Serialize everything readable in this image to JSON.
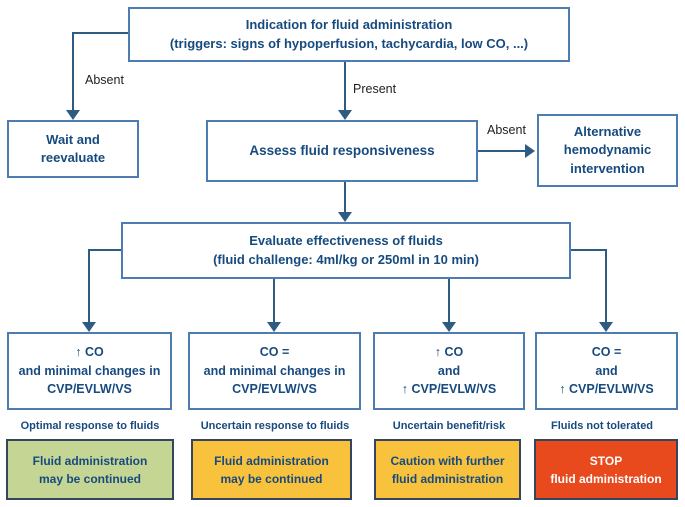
{
  "title": "Fluid administration decision flowchart",
  "colors": {
    "box_border": "#4c7cb0",
    "box_text": "#174a7e",
    "connector": "#2d5b82",
    "edge_label_text": "#1f1f1f",
    "action_border": "#35455e",
    "action_green": "#c5d593",
    "action_amber": "#f8c23d",
    "action_red": "#e8491d",
    "action_red_text": "#ffffff"
  },
  "nodes": {
    "indication": {
      "line1": "Indication for fluid administration",
      "line2": "(triggers: signs of hypoperfusion, tachycardia, low CO, ...)"
    },
    "wait": {
      "line1": "Wait and",
      "line2": "reevaluate"
    },
    "assess": {
      "label": "Assess fluid responsiveness"
    },
    "alternative": {
      "line1": "Alternative",
      "line2": "hemodynamic",
      "line3": "intervention"
    },
    "evaluate": {
      "line1": "Evaluate effectiveness of fluids",
      "line2": "(fluid challenge: 4ml/kg or 250ml in 10 min)"
    }
  },
  "edge_labels": {
    "indication_absent": "Absent",
    "indication_present": "Present",
    "assess_absent": "Absent"
  },
  "outcomes": [
    {
      "line1": "↑ CO",
      "line2": "and minimal changes in",
      "line3": "CVP/EVLW/VS",
      "assessment": "Optimal response to fluids",
      "action_line1": "Fluid administration",
      "action_line2": "may be continued",
      "action_color": "green"
    },
    {
      "line1": "CO =",
      "line2": "and minimal changes in",
      "line3": "CVP/EVLW/VS",
      "assessment": "Uncertain response to fluids",
      "action_line1": "Fluid administration",
      "action_line2": "may be continued",
      "action_color": "amber"
    },
    {
      "line1": "↑ CO",
      "line2": "and",
      "line3": "↑ CVP/EVLW/VS",
      "assessment": "Uncertain benefit/risk",
      "action_line1": "Caution with further",
      "action_line2": "fluid administration",
      "action_color": "amber"
    },
    {
      "line1": "CO =",
      "line2": "and",
      "line3": "↑ CVP/EVLW/VS",
      "assessment": "Fluids not tolerated",
      "action_line1": "STOP",
      "action_line2": "fluid administration",
      "action_color": "red"
    }
  ]
}
